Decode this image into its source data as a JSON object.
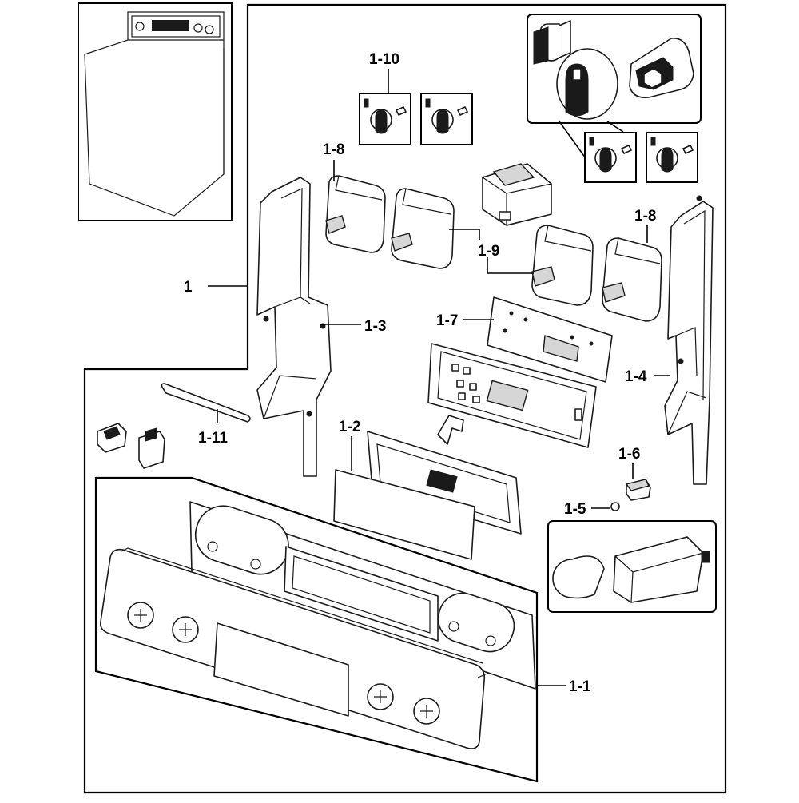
{
  "diagram": {
    "type": "exploded-parts-diagram",
    "colors": {
      "line": "#1a1a1a",
      "background": "#ffffff",
      "shade": "#d6d6d6"
    },
    "callouts": {
      "c1": "1",
      "c1_1": "1-1",
      "c1_2": "1-2",
      "c1_3": "1-3",
      "c1_4": "1-4",
      "c1_5": "1-5",
      "c1_6": "1-6",
      "c1_7": "1-7",
      "c1_8a": "1-8",
      "c1_8b": "1-8",
      "c1_9": "1-9",
      "c1_10": "1-10",
      "c1_11": "1-11"
    }
  }
}
